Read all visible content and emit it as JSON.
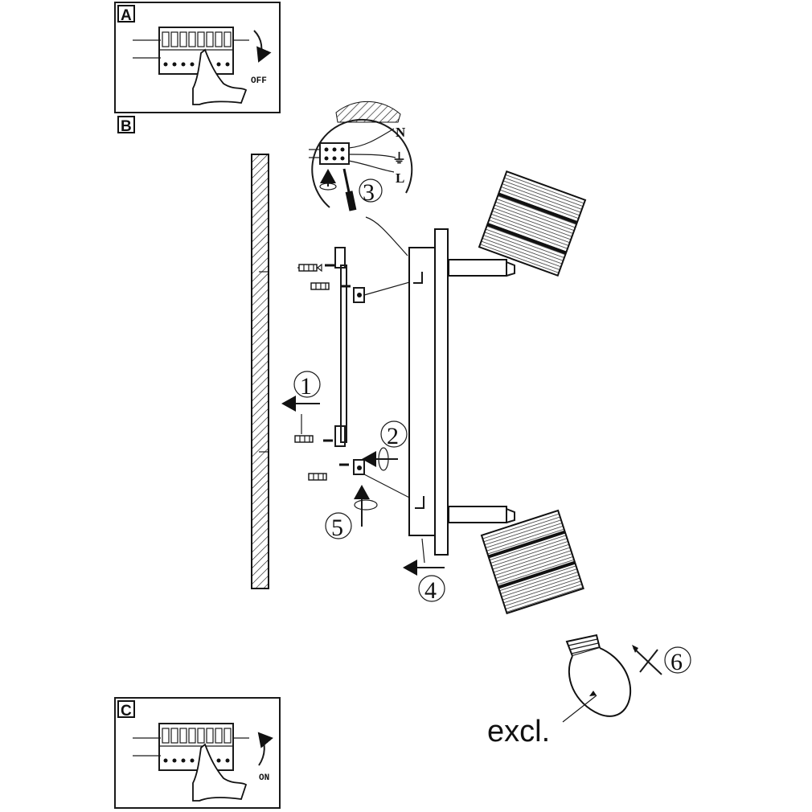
{
  "panels": {
    "a_label": "A",
    "b_label": "B",
    "c_label": "C",
    "off_label": "OFF",
    "on_label": "ON"
  },
  "wiring": {
    "neutral": "N",
    "live": "L",
    "earth_symbol": "⏚"
  },
  "steps": {
    "s1": "1",
    "s2": "2",
    "s3": "3",
    "s4": "4",
    "s5": "5",
    "s6": "6"
  },
  "bulb_note": "excl."
}
